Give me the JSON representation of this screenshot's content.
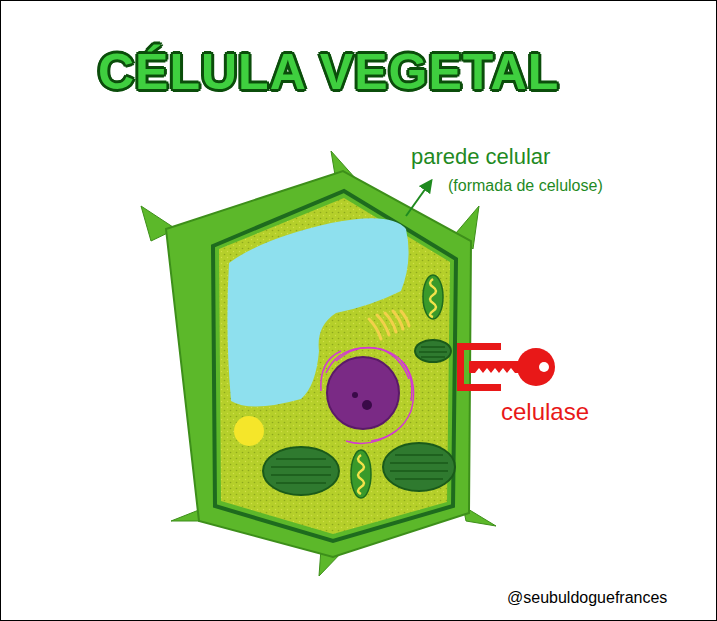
{
  "diagram": {
    "title": "CÉLULA VEGETAL",
    "labels": [
      "parede celular",
      "(formada de celulose)",
      "celulase",
      "@seubuldoguefrances"
    ]
  }
}
